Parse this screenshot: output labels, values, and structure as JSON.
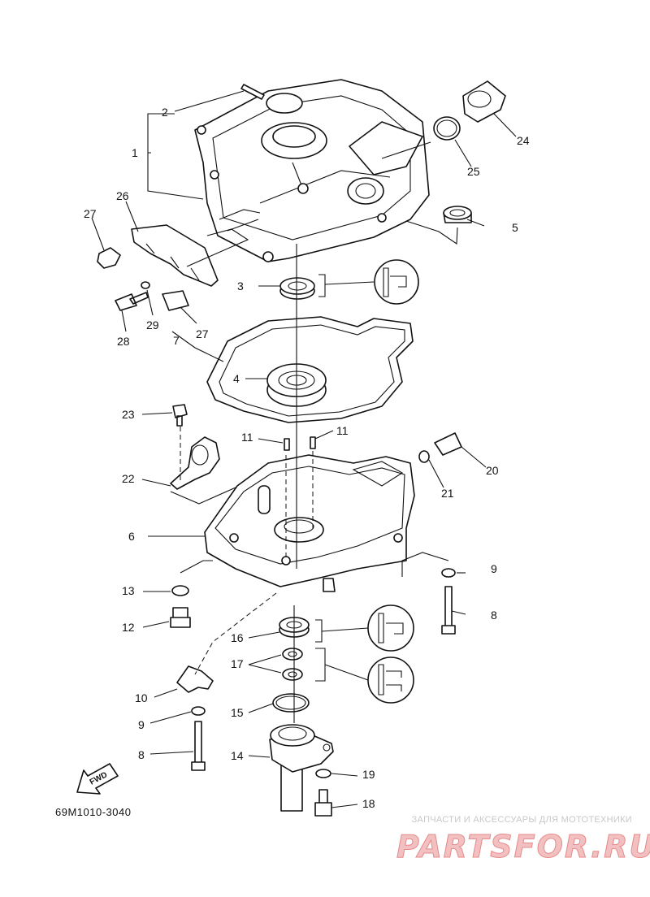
{
  "callouts": [
    {
      "n": "1"
    },
    {
      "n": "2"
    },
    {
      "n": "3"
    },
    {
      "n": "4"
    },
    {
      "n": "5"
    },
    {
      "n": "6"
    },
    {
      "n": "7"
    },
    {
      "n": "8"
    },
    {
      "n": "8"
    },
    {
      "n": "9"
    },
    {
      "n": "9"
    },
    {
      "n": "10"
    },
    {
      "n": "11"
    },
    {
      "n": "11"
    },
    {
      "n": "12"
    },
    {
      "n": "13"
    },
    {
      "n": "14"
    },
    {
      "n": "15"
    },
    {
      "n": "16"
    },
    {
      "n": "17"
    },
    {
      "n": "18"
    },
    {
      "n": "19"
    },
    {
      "n": "20"
    },
    {
      "n": "21"
    },
    {
      "n": "22"
    },
    {
      "n": "23"
    },
    {
      "n": "24"
    },
    {
      "n": "25"
    },
    {
      "n": "26"
    },
    {
      "n": "27"
    },
    {
      "n": "27"
    },
    {
      "n": "28"
    },
    {
      "n": "29"
    }
  ],
  "diagram_code": "69M1010-3040",
  "fwd_label": "FWD",
  "watermark": {
    "tagline": "ЗАПЧАСТИ И АКСЕССУАРЫ ДЛЯ МОТОТЕХНИКИ",
    "brand": "PARTSFOR.RU",
    "brand_color": "#e58a8a"
  }
}
